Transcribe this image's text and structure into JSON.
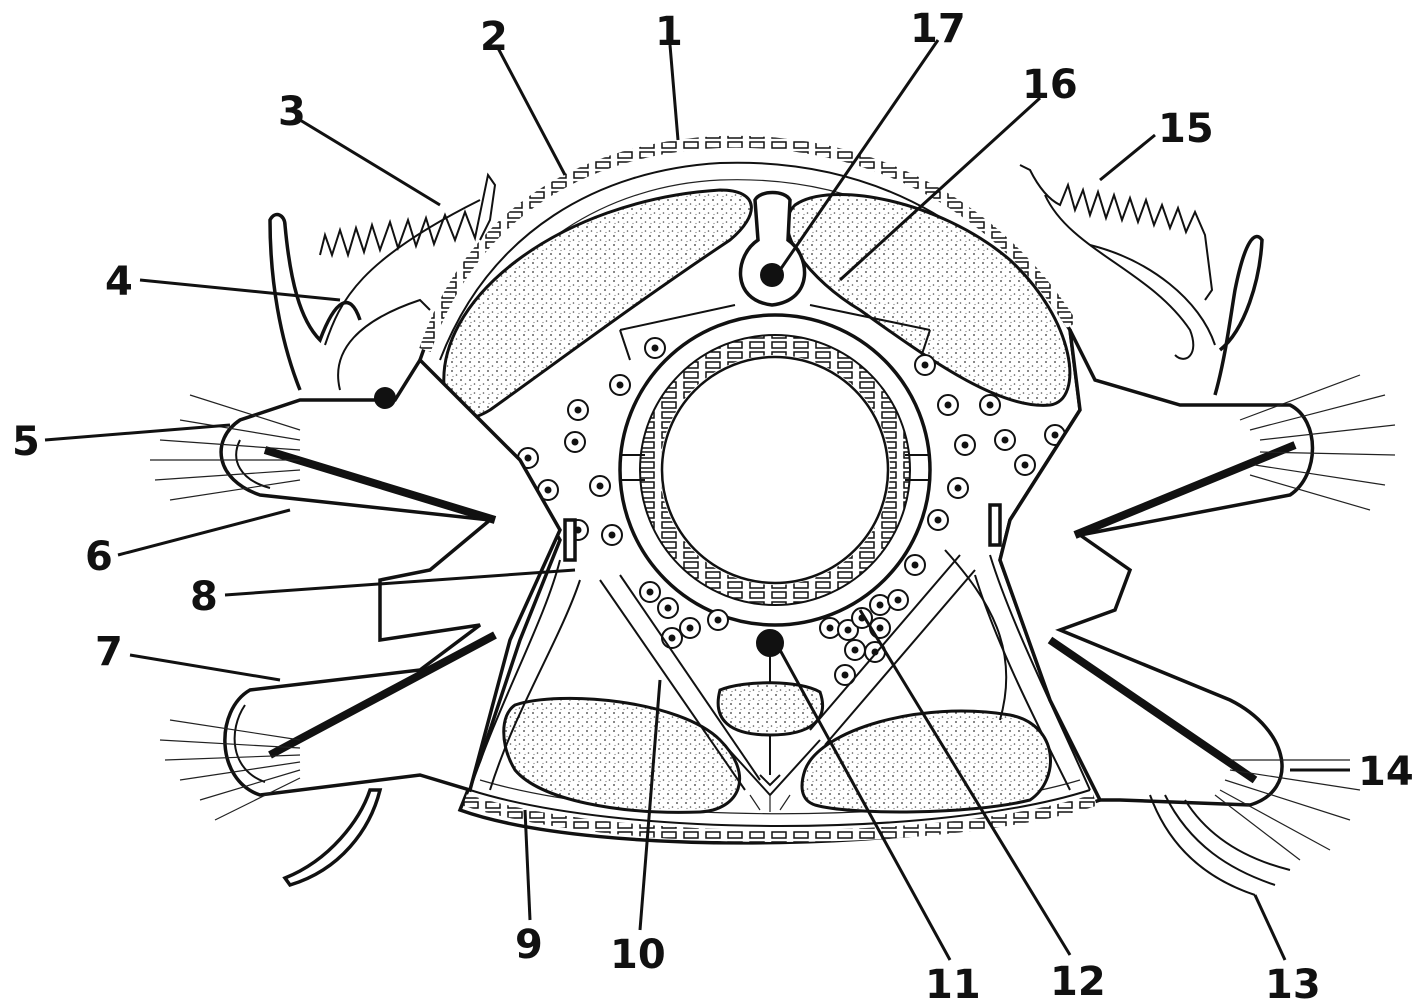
{
  "figure": {
    "labels": [
      "1",
      "2",
      "3",
      "4",
      "5",
      "6",
      "7",
      "8",
      "9",
      "10",
      "11",
      "12",
      "13",
      "14",
      "15",
      "16",
      "17"
    ]
  },
  "colors": {
    "ink": "#111111",
    "background": "#ffffff"
  }
}
